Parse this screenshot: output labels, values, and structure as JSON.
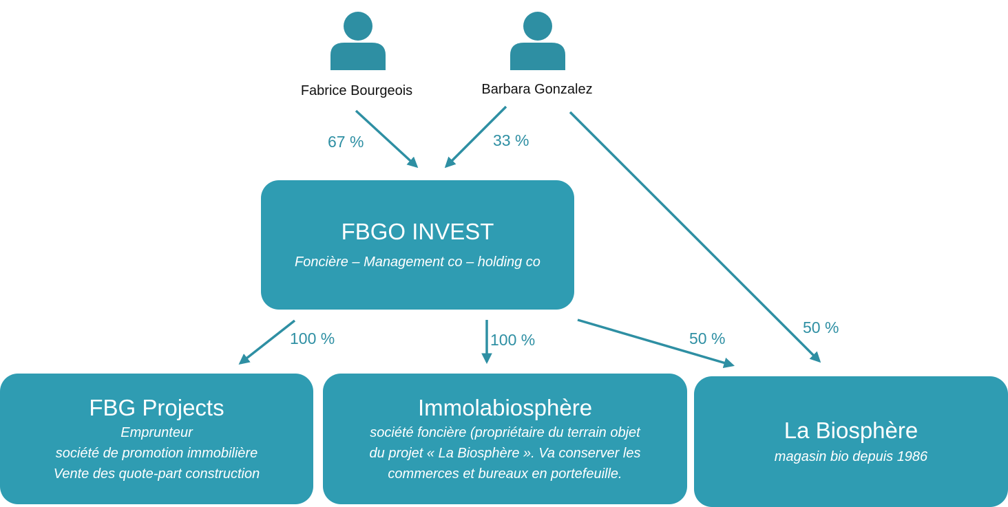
{
  "colors": {
    "accent": "#2f9cb2",
    "arrow": "#2e8fa3",
    "person": "#2e8fa3"
  },
  "people": [
    {
      "name": "Fabrice Bourgeois",
      "icon": "person-icon"
    },
    {
      "name": "Barbara Gonzalez",
      "icon": "person-icon"
    }
  ],
  "ownership": {
    "fabrice_fbgo": "67 %",
    "barbara_fbgo": "33 %",
    "barbara_biosphere": "50 %",
    "fbgo_fbg_projects": "100 %",
    "fbgo_immolabiosphere": "100 %",
    "fbgo_biosphere": "50 %"
  },
  "entities": {
    "fbgo": {
      "title": "FBGO INVEST",
      "lines": [
        "Foncière – Management co – holding co"
      ]
    },
    "fbg_projects": {
      "title": "FBG Projects",
      "lines": [
        "Emprunteur",
        "société de promotion immobilière",
        "Vente des quote-part construction"
      ]
    },
    "immolabiosphere": {
      "title": "Immolabiosphère",
      "lines": [
        "société foncière (propriétaire du terrain objet",
        "du projet « La Biosphère ». Va conserver les",
        "commerces et bureaux en portefeuille."
      ]
    },
    "biosphere": {
      "title": "La Biosphère",
      "lines": [
        "magasin bio depuis 1986"
      ]
    }
  }
}
